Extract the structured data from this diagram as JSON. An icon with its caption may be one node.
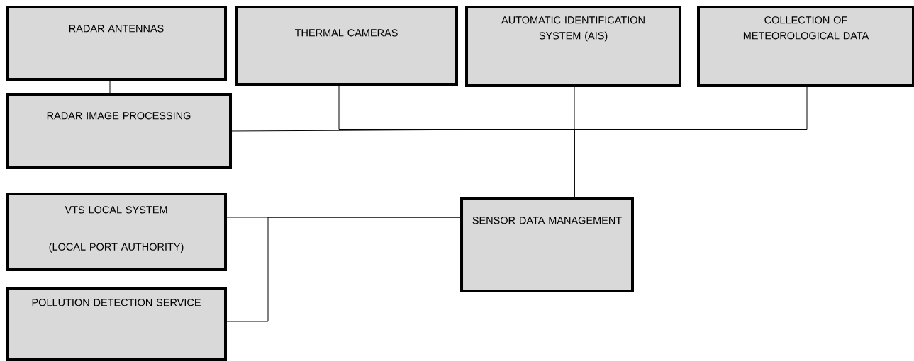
{
  "diagram": {
    "nodes": [
      {
        "text": [
          "RADAR ANTENNAS"
        ]
      },
      {
        "text": [
          "THERMAL CAMERAS"
        ]
      },
      {
        "text": [
          "AUTOMATIC IDENTIFICATION SYSTEM (AIS)"
        ]
      },
      {
        "text": [
          "COLLECTION OF METEOROLOGICAL DATA"
        ]
      },
      {
        "text": [
          "RADAR IMAGE PROCESSING"
        ]
      },
      {
        "text": [
          "SENSOR DATA MANAGEMENT"
        ]
      },
      {
        "text": [
          "VTS LOCAL SYSTEM",
          "(LOCAL PORT AUTHORITY)"
        ]
      },
      {
        "text": [
          "POLLUTION DETECTION SERVICE"
        ]
      }
    ],
    "edges": [
      {
        "from": 0,
        "to": 4,
        "arrow": "none"
      },
      {
        "from": 4,
        "to": 5,
        "arrow": "none"
      },
      {
        "from": 1,
        "to": 5,
        "arrow": "none"
      },
      {
        "from": 2,
        "to": 5,
        "arrow": "none"
      },
      {
        "from": 3,
        "to": 5,
        "arrow": "none"
      },
      {
        "from": 6,
        "to": 5,
        "arrow": "none"
      },
      {
        "from": 7,
        "to": 5,
        "arrow": "none"
      }
    ]
  }
}
